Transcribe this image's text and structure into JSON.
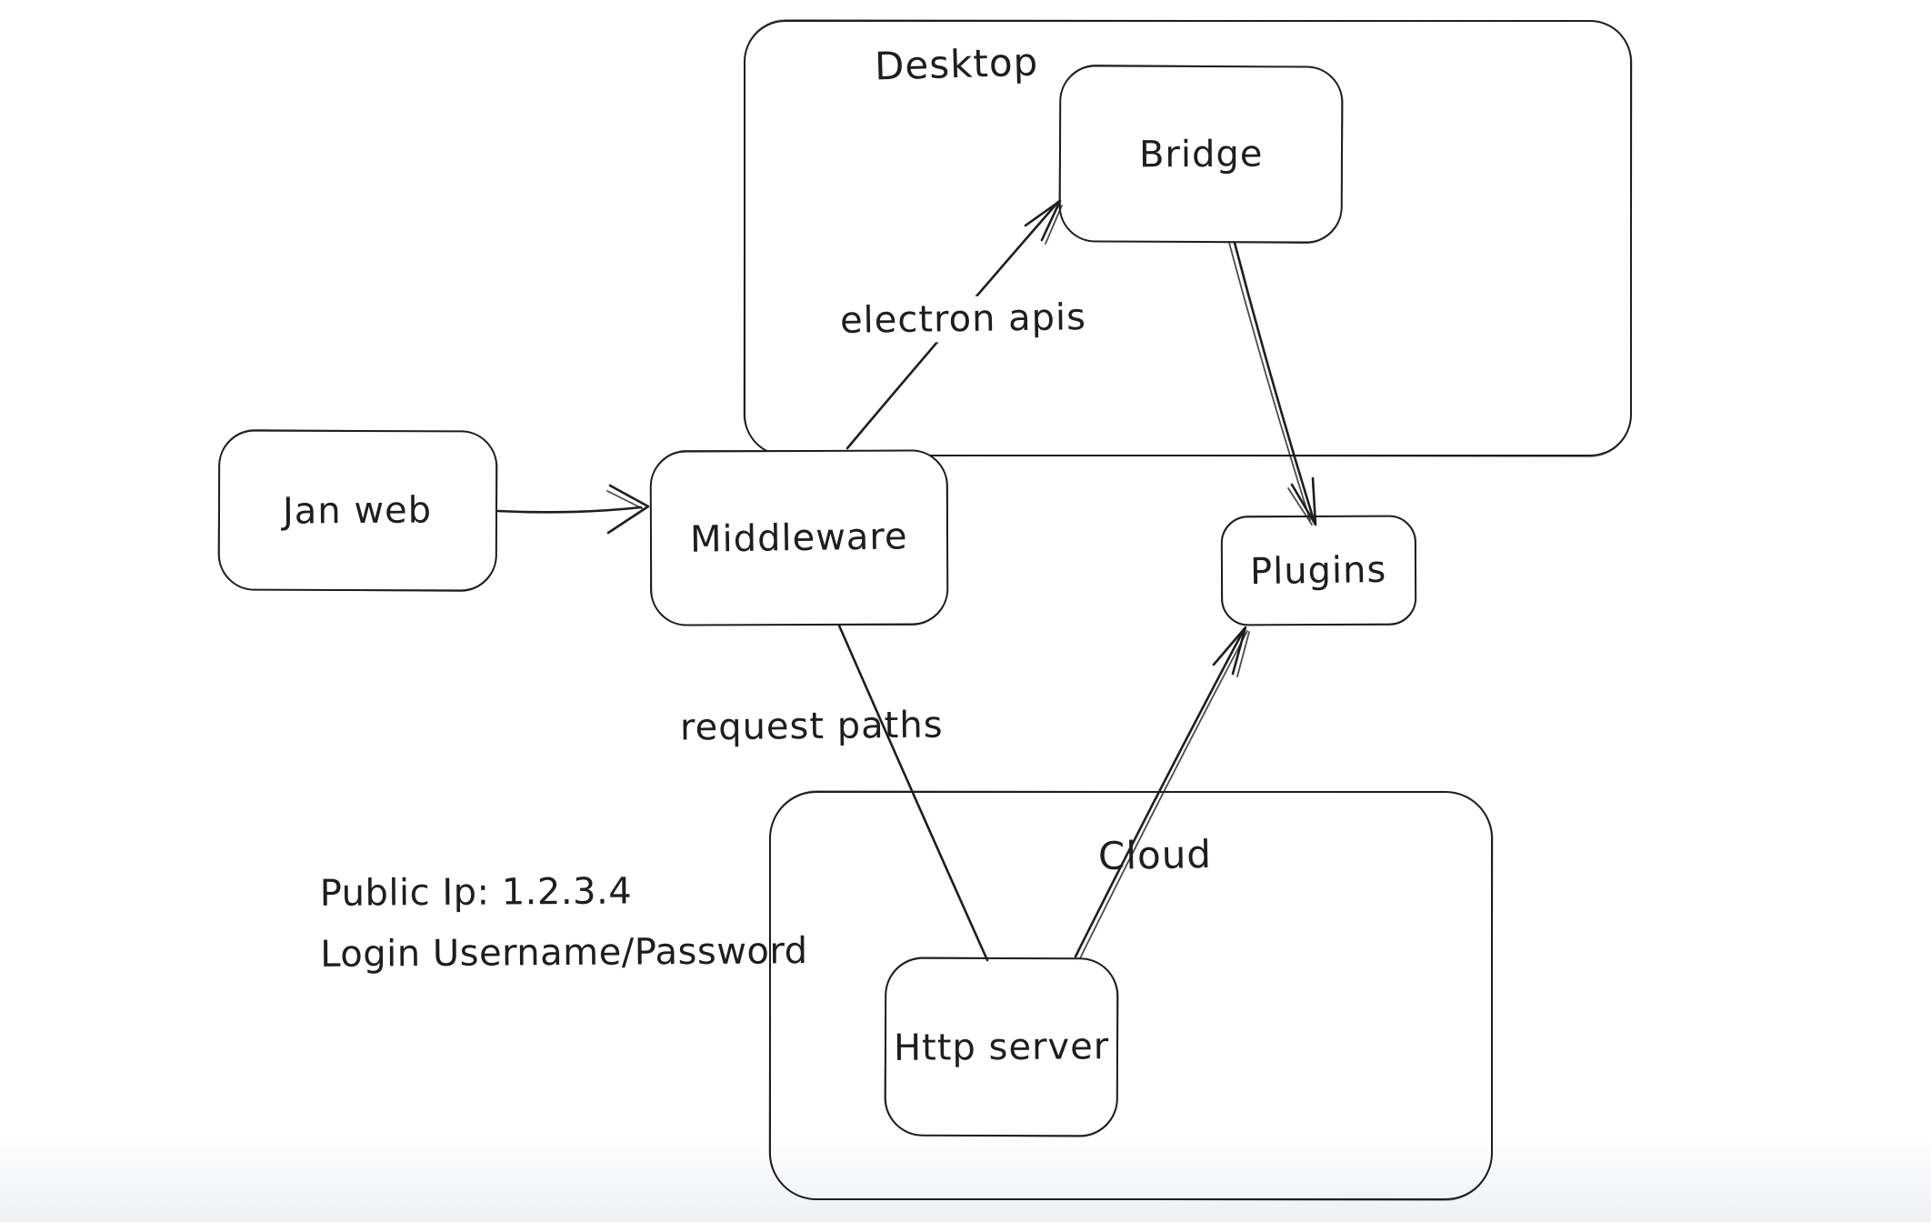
{
  "diagram": {
    "containers": {
      "desktop": {
        "label": "Desktop"
      },
      "cloud": {
        "label": "Cloud"
      }
    },
    "nodes": {
      "jan_web": {
        "label": "Jan web"
      },
      "middleware": {
        "label": "Middleware"
      },
      "bridge": {
        "label": "Bridge"
      },
      "plugins": {
        "label": "Plugins"
      },
      "http_server": {
        "label": "Http server"
      }
    },
    "edges": [
      {
        "from": "Jan web",
        "to": "Middleware",
        "label": ""
      },
      {
        "from": "Middleware",
        "to": "Bridge",
        "label": "electron apis"
      },
      {
        "from": "Bridge",
        "to": "Plugins",
        "label": ""
      },
      {
        "from": "Middleware",
        "to": "Http server",
        "label": "request paths"
      },
      {
        "from": "Http server",
        "to": "Plugins",
        "label": ""
      }
    ],
    "edge_labels": {
      "electron_apis": "electron apis",
      "request_paths": "request paths"
    },
    "annotations": {
      "public_ip": "Public Ip: 1.2.3.4",
      "login": "Login Username/Password"
    },
    "colors": {
      "stroke": "#1e1e1e",
      "background": "#ffffff"
    }
  }
}
